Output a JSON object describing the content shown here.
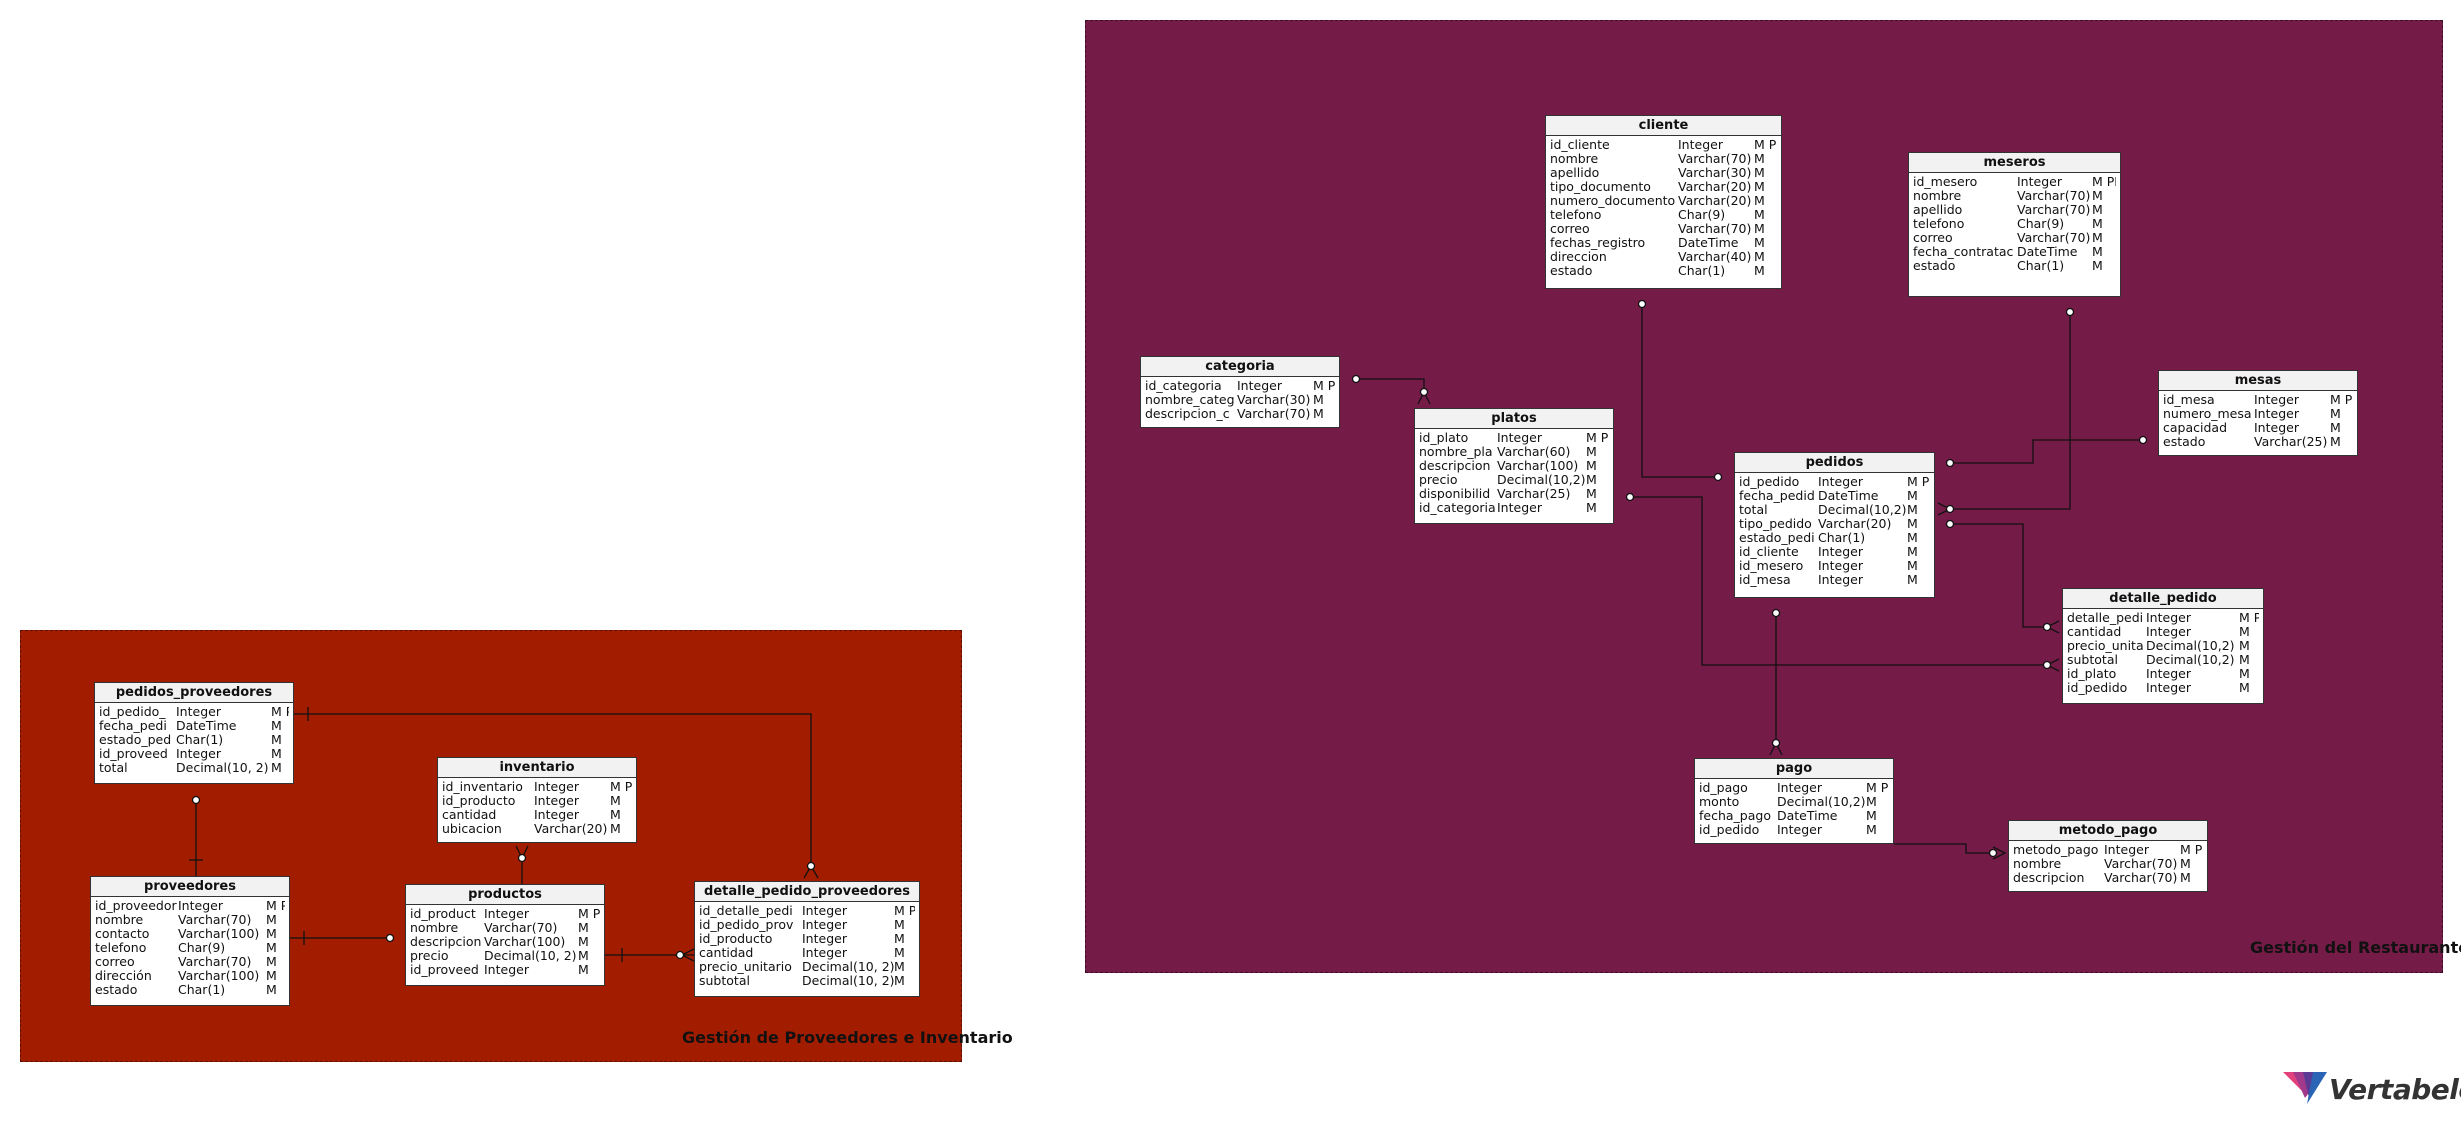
{
  "areas": {
    "inventory": {
      "label": "Gestión de Proveedores e Inventario",
      "color": "#a21d00"
    },
    "restaurant": {
      "label": "Gestión del Restaurante",
      "color": "#741b47"
    }
  },
  "entities": {
    "pedidos_proveedores": {
      "title": "pedidos_proveedores",
      "rows": [
        [
          "id_pedido_",
          "Integer",
          "M PI"
        ],
        [
          "fecha_pedi",
          "DateTime",
          "M"
        ],
        [
          "estado_ped",
          "Char(1)",
          "M"
        ],
        [
          "id_proveed",
          "Integer",
          "M"
        ],
        [
          "total",
          "Decimal(10, 2)",
          "M"
        ]
      ]
    },
    "proveedores": {
      "title": "proveedores",
      "rows": [
        [
          "id_proveedor",
          "Integer",
          "M PI"
        ],
        [
          "nombre",
          "Varchar(70)",
          "M"
        ],
        [
          "contacto",
          "Varchar(100)",
          "M"
        ],
        [
          "telefono",
          "Char(9)",
          "M"
        ],
        [
          "correo",
          "Varchar(70)",
          "M"
        ],
        [
          "dirección",
          "Varchar(100)",
          "M"
        ],
        [
          "estado",
          "Char(1)",
          "M"
        ]
      ]
    },
    "inventario": {
      "title": "inventario",
      "rows": [
        [
          "id_inventario",
          "Integer",
          "M PI"
        ],
        [
          "id_producto",
          "Integer",
          "M"
        ],
        [
          "cantidad",
          "Integer",
          "M"
        ],
        [
          "ubicacion",
          "Varchar(20)",
          "M"
        ]
      ]
    },
    "productos": {
      "title": "productos",
      "rows": [
        [
          "id_product",
          "Integer",
          "M PI"
        ],
        [
          "nombre",
          "Varchar(70)",
          "M"
        ],
        [
          "descripcion",
          "Varchar(100)",
          "M"
        ],
        [
          "precio",
          "Decimal(10, 2)",
          "M"
        ],
        [
          "id_proveed",
          "Integer",
          "M"
        ]
      ]
    },
    "detalle_pedido_proveedores": {
      "title": "detalle_pedido_proveedores",
      "rows": [
        [
          "id_detalle_pedi",
          "Integer",
          "M PI"
        ],
        [
          "id_pedido_prov",
          "Integer",
          "M"
        ],
        [
          "id_producto",
          "Integer",
          "M"
        ],
        [
          "cantidad",
          "Integer",
          "M"
        ],
        [
          "precio_unitario",
          "Decimal(10, 2)",
          "M"
        ],
        [
          "subtotal",
          "Decimal(10, 2)",
          "M"
        ]
      ]
    },
    "cliente": {
      "title": "cliente",
      "rows": [
        [
          "id_cliente",
          "Integer",
          "M PI"
        ],
        [
          "nombre",
          "Varchar(70)",
          "M"
        ],
        [
          "apellido",
          "Varchar(30)",
          "M"
        ],
        [
          "tipo_documento",
          "Varchar(20)",
          "M"
        ],
        [
          "numero_documento",
          "Varchar(20)",
          "M"
        ],
        [
          "telefono",
          "Char(9)",
          "M"
        ],
        [
          "correo",
          "Varchar(70)",
          "M"
        ],
        [
          "fechas_registro",
          "DateTime",
          "M"
        ],
        [
          "direccion",
          "Varchar(40)",
          "M"
        ],
        [
          "estado",
          "Char(1)",
          "M"
        ]
      ]
    },
    "meseros": {
      "title": "meseros",
      "rows": [
        [
          "id_mesero",
          "Integer",
          "M PI"
        ],
        [
          "nombre",
          "Varchar(70)",
          "M"
        ],
        [
          "apellido",
          "Varchar(70)",
          "M"
        ],
        [
          "telefono",
          "Char(9)",
          "M"
        ],
        [
          "correo",
          "Varchar(70)",
          "M"
        ],
        [
          "fecha_contratac",
          "DateTime",
          "M"
        ],
        [
          "estado",
          "Char(1)",
          "M"
        ]
      ]
    },
    "categoria": {
      "title": "categoria",
      "rows": [
        [
          "id_categoria",
          "Integer",
          "M PI"
        ],
        [
          "nombre_categ",
          "Varchar(30)",
          "M"
        ],
        [
          "descripcion_c",
          "Varchar(70)",
          "M"
        ]
      ]
    },
    "platos": {
      "title": "platos",
      "rows": [
        [
          "id_plato",
          "Integer",
          "M PI"
        ],
        [
          "nombre_pla",
          "Varchar(60)",
          "M"
        ],
        [
          "descripcion",
          "Varchar(100)",
          "M"
        ],
        [
          "precio",
          "Decimal(10,2)",
          "M"
        ],
        [
          "disponibilid",
          "Varchar(25)",
          "M"
        ],
        [
          "id_categoria",
          "Integer",
          "M"
        ]
      ]
    },
    "mesas": {
      "title": "mesas",
      "rows": [
        [
          "id_mesa",
          "Integer",
          "M PI"
        ],
        [
          "numero_mesa",
          "Integer",
          "M"
        ],
        [
          "capacidad",
          "Integer",
          "M"
        ],
        [
          "estado",
          "Varchar(25)",
          "M"
        ]
      ]
    },
    "pedidos": {
      "title": "pedidos",
      "rows": [
        [
          "id_pedido",
          "Integer",
          "M PI"
        ],
        [
          "fecha_pedid",
          "DateTime",
          "M"
        ],
        [
          "total",
          "Decimal(10,2)",
          "M"
        ],
        [
          "tipo_pedido",
          "Varchar(20)",
          "M"
        ],
        [
          "estado_pedi",
          "Char(1)",
          "M"
        ],
        [
          "id_cliente",
          "Integer",
          "M"
        ],
        [
          "id_mesero",
          "Integer",
          "M"
        ],
        [
          "id_mesa",
          "Integer",
          "M"
        ]
      ]
    },
    "detalle_pedido": {
      "title": "detalle_pedido",
      "rows": [
        [
          "detalle_pedi",
          "Integer",
          "M PI"
        ],
        [
          "cantidad",
          "Integer",
          "M"
        ],
        [
          "precio_unita",
          "Decimal(10,2)",
          "M"
        ],
        [
          "subtotal",
          "Decimal(10,2)",
          "M"
        ],
        [
          "id_plato",
          "Integer",
          "M"
        ],
        [
          "id_pedido",
          "Integer",
          "M"
        ]
      ]
    },
    "pago": {
      "title": "pago",
      "rows": [
        [
          "id_pago",
          "Integer",
          "M PI"
        ],
        [
          "monto",
          "Decimal(10,2)",
          "M"
        ],
        [
          "fecha_pago",
          "DateTime",
          "M"
        ],
        [
          "id_pedido",
          "Integer",
          "M"
        ]
      ]
    },
    "metodo_pago": {
      "title": "metodo_pago",
      "rows": [
        [
          "metodo_pago",
          "Integer",
          "M PI"
        ],
        [
          "nombre",
          "Varchar(70)",
          "M"
        ],
        [
          "descripcion",
          "Varchar(70)",
          "M"
        ]
      ]
    }
  },
  "logo": {
    "text": "Vertabelo",
    "icon": "vertabelo-logo-icon"
  }
}
